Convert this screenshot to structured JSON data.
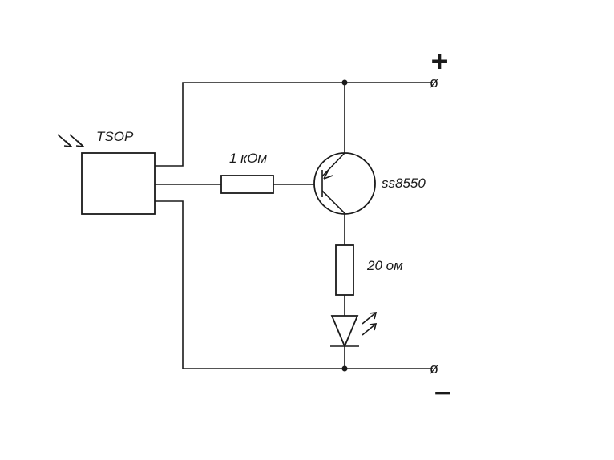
{
  "diagram": {
    "sensor_label": "TSOP",
    "resistor_base_label": "1 кОм",
    "transistor_label": "ss8550",
    "resistor_led_label": "20  ом",
    "plus_sign": "+",
    "minus_sign": "−",
    "terminal_symbol": "ø"
  }
}
